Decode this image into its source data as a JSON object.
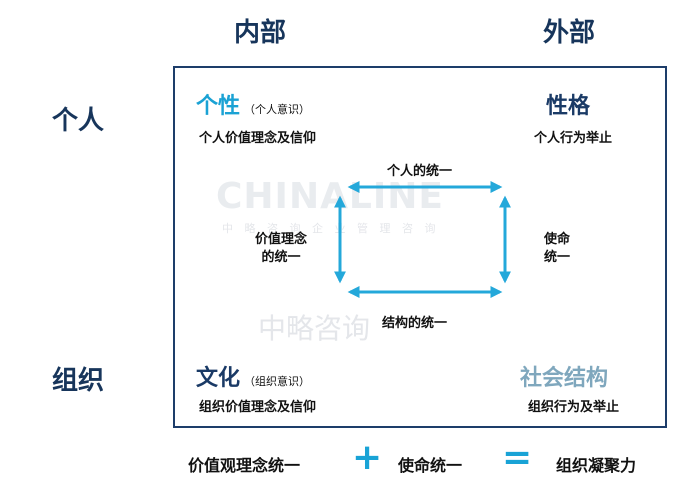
{
  "columns": {
    "inner": "内部",
    "outer": "外部"
  },
  "rows": {
    "individual": "个人",
    "organization": "组织"
  },
  "quadrants": {
    "top_left": {
      "title": "个性",
      "subtitle": "（个人意识）",
      "desc": "个人价值理念及信仰"
    },
    "top_right": {
      "title": "性格",
      "desc": "个人行为举止"
    },
    "bottom_left": {
      "title": "文化",
      "subtitle": "（组织意识）",
      "desc": "组织价值理念及信仰"
    },
    "bottom_right": {
      "title": "社会结构",
      "desc": "组织行为及举止"
    }
  },
  "cycle": {
    "top": "个人的统一",
    "left_line1": "价值理念",
    "left_line2": "的统一",
    "right_line1": "使命",
    "right_line2": "统一",
    "bottom": "结构的统一"
  },
  "watermark": {
    "en": "CHINALINE",
    "cn": "中略咨询",
    "small": "中 略 咨 询 企 业 管 理 咨 询"
  },
  "formula": {
    "term1": "价值观理念统一",
    "plus": "+",
    "term2": "使命统一",
    "equals": "=",
    "result": "组织凝聚力"
  },
  "colors": {
    "navy": "#17355b",
    "cyan": "#1aa2d4",
    "arrow": "#24a8da",
    "grey_blue": "#7fa7bd"
  }
}
